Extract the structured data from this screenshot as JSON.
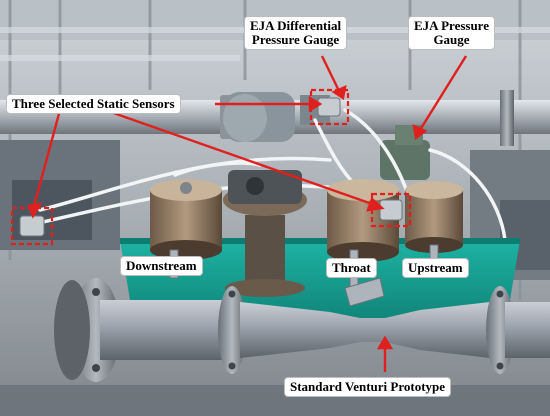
{
  "image": {
    "labels": {
      "edp_line1": "EJA Differential",
      "edp_line2": "Pressure Gauge",
      "ep_line1": "EJA Pressure",
      "ep_line2": "Gauge",
      "static_sensors": "Three Selected Static Sensors",
      "downstream": "Downstream",
      "throat": "Throat",
      "upstream": "Upstream",
      "venturi": "Standard Venturi Prototype"
    },
    "colors": {
      "annotation_red": "#e0201e",
      "annotation_box": "#e0201e",
      "table_green": "#16a596",
      "pipe_steel": "#9aa0a8"
    }
  }
}
